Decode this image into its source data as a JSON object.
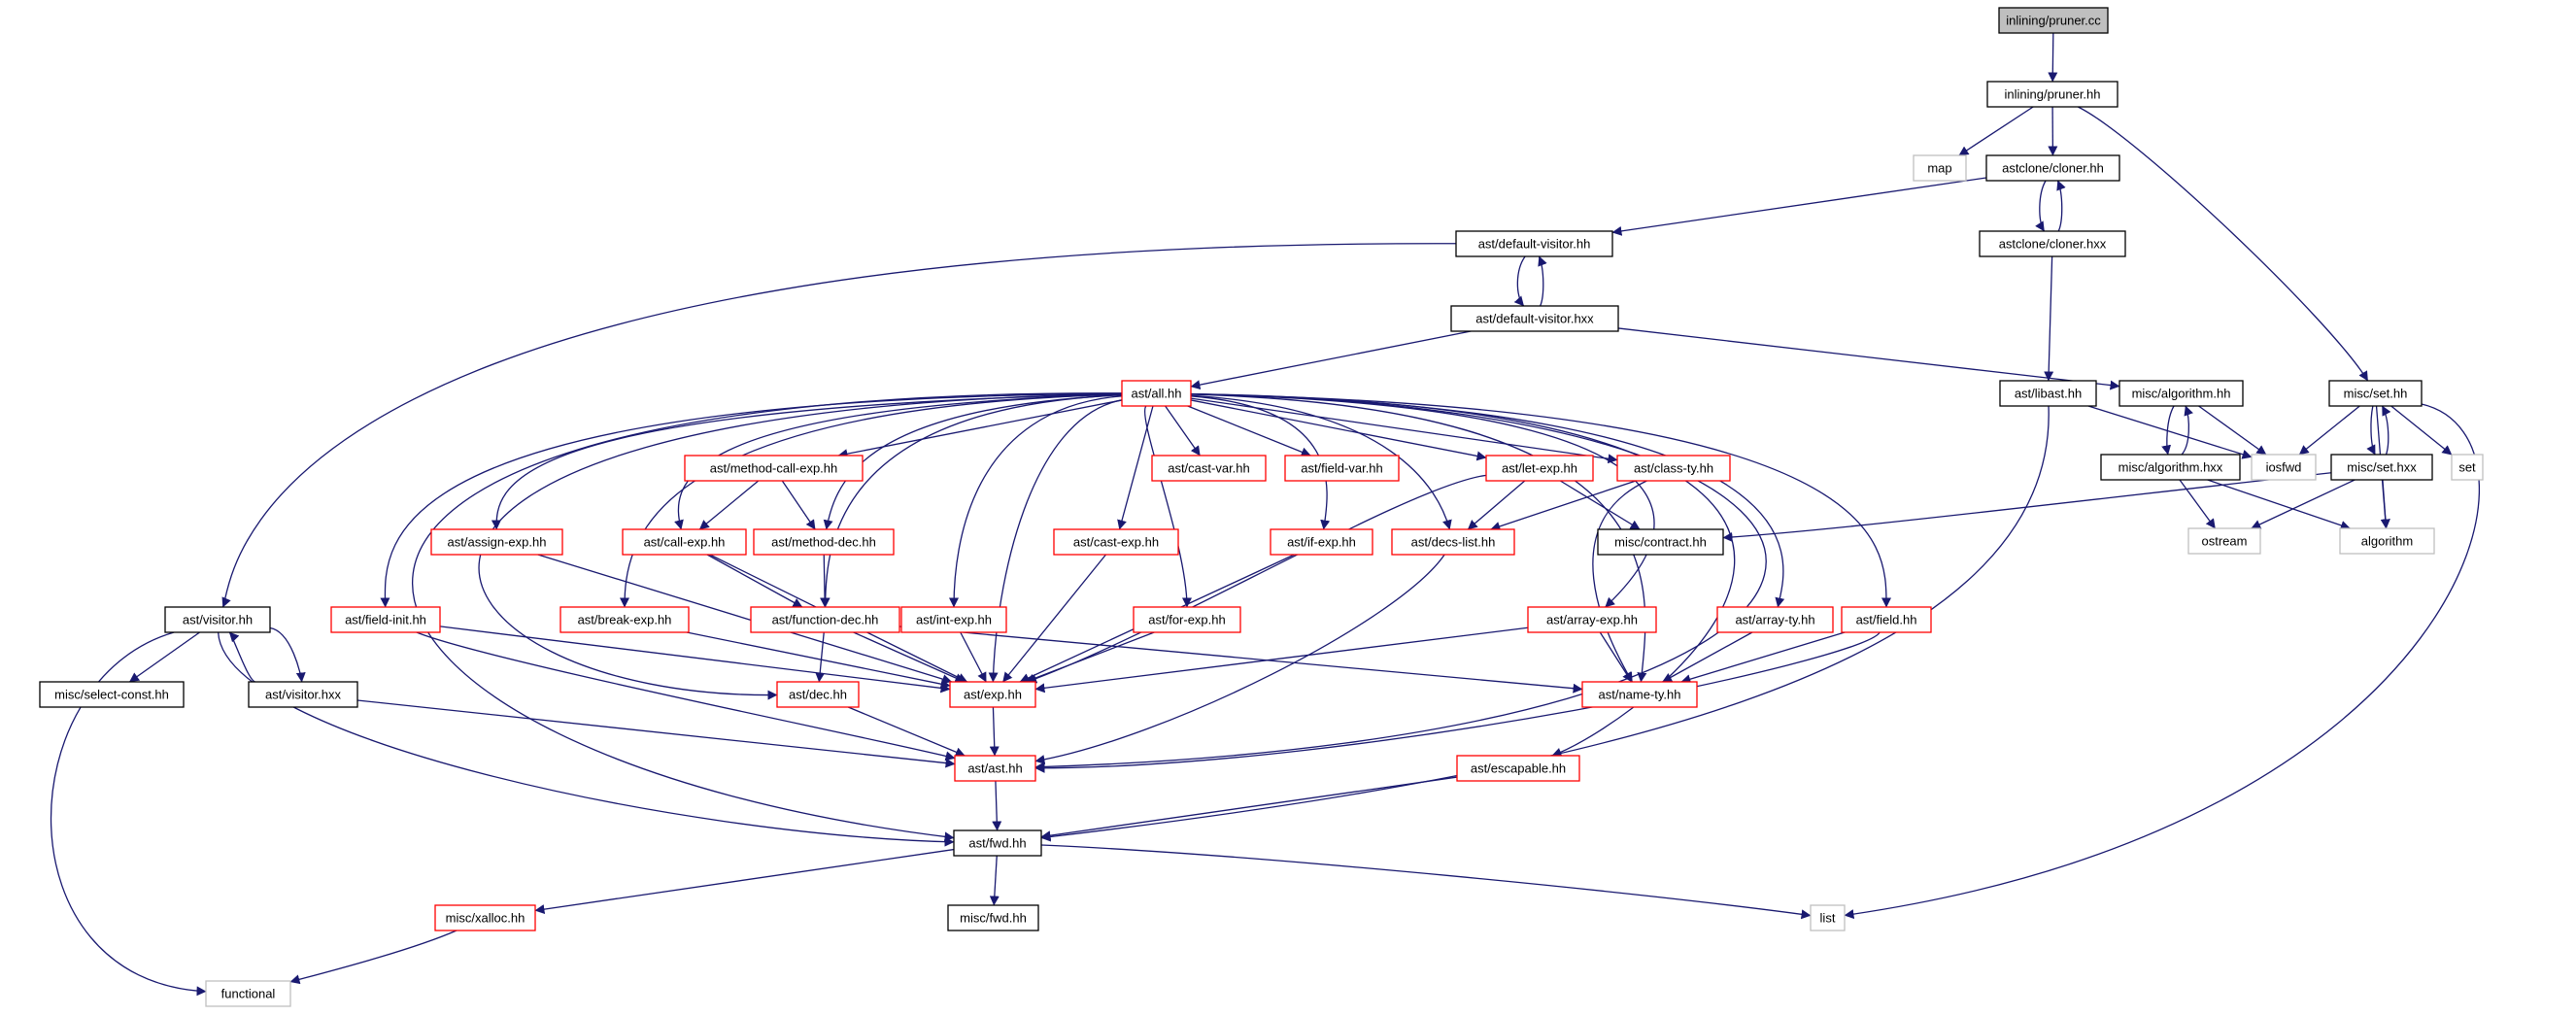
{
  "colors": {
    "edge": "#191970",
    "root_fill": "#bfbfbf",
    "border_black": "#000000",
    "border_red": "#ff0000",
    "border_grey": "#bfbfbf"
  },
  "nodes": [
    {
      "id": "root",
      "label": "inlining/pruner.cc",
      "style": "root"
    },
    {
      "id": "pruner_hh",
      "label": "inlining/pruner.hh",
      "style": "black"
    },
    {
      "id": "map",
      "label": "map",
      "style": "grey"
    },
    {
      "id": "cloner_hh",
      "label": "astclone/cloner.hh",
      "style": "black"
    },
    {
      "id": "cloner_hxx",
      "label": "astclone/cloner.hxx",
      "style": "black"
    },
    {
      "id": "default_visitor_hh",
      "label": "ast/default-visitor.hh",
      "style": "black"
    },
    {
      "id": "default_visitor_hxx",
      "label": "ast/default-visitor.hxx",
      "style": "black"
    },
    {
      "id": "all_hh",
      "label": "ast/all.hh",
      "style": "red"
    },
    {
      "id": "libast_hh",
      "label": "ast/libast.hh",
      "style": "black"
    },
    {
      "id": "misc_algorithm_hh",
      "label": "misc/algorithm.hh",
      "style": "black"
    },
    {
      "id": "misc_set_hh",
      "label": "misc/set.hh",
      "style": "black"
    },
    {
      "id": "iosfwd",
      "label": "iosfwd",
      "style": "grey"
    },
    {
      "id": "set",
      "label": "set",
      "style": "grey"
    },
    {
      "id": "misc_algorithm_hxx",
      "label": "misc/algorithm.hxx",
      "style": "black"
    },
    {
      "id": "misc_set_hxx",
      "label": "misc/set.hxx",
      "style": "black"
    },
    {
      "id": "ostream",
      "label": "ostream",
      "style": "grey"
    },
    {
      "id": "algorithm",
      "label": "algorithm",
      "style": "grey"
    },
    {
      "id": "method_call_exp",
      "label": "ast/method-call-exp.hh",
      "style": "red"
    },
    {
      "id": "cast_var",
      "label": "ast/cast-var.hh",
      "style": "red"
    },
    {
      "id": "field_var",
      "label": "ast/field-var.hh",
      "style": "red"
    },
    {
      "id": "let_exp",
      "label": "ast/let-exp.hh",
      "style": "red"
    },
    {
      "id": "class_ty",
      "label": "ast/class-ty.hh",
      "style": "red"
    },
    {
      "id": "assign_exp",
      "label": "ast/assign-exp.hh",
      "style": "red"
    },
    {
      "id": "call_exp",
      "label": "ast/call-exp.hh",
      "style": "red"
    },
    {
      "id": "method_dec",
      "label": "ast/method-dec.hh",
      "style": "red"
    },
    {
      "id": "cast_exp",
      "label": "ast/cast-exp.hh",
      "style": "red"
    },
    {
      "id": "if_exp",
      "label": "ast/if-exp.hh",
      "style": "red"
    },
    {
      "id": "decs_list",
      "label": "ast/decs-list.hh",
      "style": "red"
    },
    {
      "id": "misc_contract",
      "label": "misc/contract.hh",
      "style": "black"
    },
    {
      "id": "visitor_hh",
      "label": "ast/visitor.hh",
      "style": "black"
    },
    {
      "id": "field_init",
      "label": "ast/field-init.hh",
      "style": "red"
    },
    {
      "id": "break_exp",
      "label": "ast/break-exp.hh",
      "style": "red"
    },
    {
      "id": "function_dec",
      "label": "ast/function-dec.hh",
      "style": "red"
    },
    {
      "id": "int_exp",
      "label": "ast/int-exp.hh",
      "style": "red"
    },
    {
      "id": "for_exp",
      "label": "ast/for-exp.hh",
      "style": "red"
    },
    {
      "id": "array_exp",
      "label": "ast/array-exp.hh",
      "style": "red"
    },
    {
      "id": "array_ty",
      "label": "ast/array-ty.hh",
      "style": "red"
    },
    {
      "id": "field_hh",
      "label": "ast/field.hh",
      "style": "red"
    },
    {
      "id": "select_const",
      "label": "misc/select-const.hh",
      "style": "black"
    },
    {
      "id": "visitor_hxx",
      "label": "ast/visitor.hxx",
      "style": "black"
    },
    {
      "id": "dec_hh",
      "label": "ast/dec.hh",
      "style": "red"
    },
    {
      "id": "exp_hh",
      "label": "ast/exp.hh",
      "style": "red"
    },
    {
      "id": "name_ty",
      "label": "ast/name-ty.hh",
      "style": "red"
    },
    {
      "id": "ast_hh",
      "label": "ast/ast.hh",
      "style": "red"
    },
    {
      "id": "escapable",
      "label": "ast/escapable.hh",
      "style": "red"
    },
    {
      "id": "fwd_hh",
      "label": "ast/fwd.hh",
      "style": "black"
    },
    {
      "id": "xalloc",
      "label": "misc/xalloc.hh",
      "style": "red"
    },
    {
      "id": "misc_fwd",
      "label": "misc/fwd.hh",
      "style": "black"
    },
    {
      "id": "list",
      "label": "list",
      "style": "grey"
    },
    {
      "id": "functional",
      "label": "functional",
      "style": "grey"
    }
  ],
  "edges": [
    [
      "root",
      "pruner_hh"
    ],
    [
      "pruner_hh",
      "map"
    ],
    [
      "pruner_hh",
      "cloner_hh"
    ],
    [
      "pruner_hh",
      "misc_set_hh"
    ],
    [
      "cloner_hh",
      "cloner_hxx"
    ],
    [
      "cloner_hxx",
      "cloner_hh"
    ],
    [
      "cloner_hh",
      "default_visitor_hh"
    ],
    [
      "cloner_hxx",
      "libast_hh"
    ],
    [
      "default_visitor_hh",
      "default_visitor_hxx"
    ],
    [
      "default_visitor_hxx",
      "default_visitor_hh"
    ],
    [
      "default_visitor_hh",
      "visitor_hh"
    ],
    [
      "default_visitor_hxx",
      "all_hh"
    ],
    [
      "default_visitor_hxx",
      "misc_algorithm_hh"
    ],
    [
      "libast_hh",
      "iosfwd"
    ],
    [
      "libast_hh",
      "fwd_hh"
    ],
    [
      "misc_algorithm_hh",
      "iosfwd"
    ],
    [
      "misc_algorithm_hh",
      "misc_algorithm_hxx"
    ],
    [
      "misc_algorithm_hxx",
      "misc_algorithm_hh"
    ],
    [
      "misc_algorithm_hxx",
      "ostream"
    ],
    [
      "misc_algorithm_hxx",
      "algorithm"
    ],
    [
      "misc_set_hh",
      "iosfwd"
    ],
    [
      "misc_set_hh",
      "set"
    ],
    [
      "misc_set_hh",
      "algorithm"
    ],
    [
      "misc_set_hh",
      "misc_set_hxx"
    ],
    [
      "misc_set_hxx",
      "misc_set_hh"
    ],
    [
      "misc_set_hh",
      "list"
    ],
    [
      "misc_set_hxx",
      "ostream"
    ],
    [
      "misc_set_hxx",
      "algorithm"
    ],
    [
      "misc_set_hxx",
      "misc_contract"
    ],
    [
      "all_hh",
      "method_call_exp"
    ],
    [
      "all_hh",
      "cast_var"
    ],
    [
      "all_hh",
      "field_var"
    ],
    [
      "all_hh",
      "let_exp"
    ],
    [
      "all_hh",
      "class_ty"
    ],
    [
      "all_hh",
      "assign_exp"
    ],
    [
      "all_hh",
      "call_exp"
    ],
    [
      "all_hh",
      "method_dec"
    ],
    [
      "all_hh",
      "cast_exp"
    ],
    [
      "all_hh",
      "if_exp"
    ],
    [
      "all_hh",
      "decs_list"
    ],
    [
      "all_hh",
      "field_init"
    ],
    [
      "all_hh",
      "break_exp"
    ],
    [
      "all_hh",
      "function_dec"
    ],
    [
      "all_hh",
      "int_exp"
    ],
    [
      "all_hh",
      "for_exp"
    ],
    [
      "all_hh",
      "array_exp"
    ],
    [
      "all_hh",
      "array_ty"
    ],
    [
      "all_hh",
      "field_hh"
    ],
    [
      "all_hh",
      "dec_hh"
    ],
    [
      "all_hh",
      "exp_hh"
    ],
    [
      "all_hh",
      "name_ty"
    ],
    [
      "all_hh",
      "ast_hh"
    ],
    [
      "all_hh",
      "escapable"
    ],
    [
      "all_hh",
      "fwd_hh"
    ],
    [
      "method_call_exp",
      "call_exp"
    ],
    [
      "method_call_exp",
      "method_dec"
    ],
    [
      "let_exp",
      "decs_list"
    ],
    [
      "let_exp",
      "misc_contract"
    ],
    [
      "let_exp",
      "exp_hh"
    ],
    [
      "class_ty",
      "decs_list"
    ],
    [
      "class_ty",
      "name_ty"
    ],
    [
      "assign_exp",
      "exp_hh"
    ],
    [
      "call_exp",
      "function_dec"
    ],
    [
      "call_exp",
      "exp_hh"
    ],
    [
      "method_dec",
      "function_dec"
    ],
    [
      "cast_exp",
      "exp_hh"
    ],
    [
      "if_exp",
      "exp_hh"
    ],
    [
      "decs_list",
      "ast_hh"
    ],
    [
      "field_init",
      "exp_hh"
    ],
    [
      "field_init",
      "ast_hh"
    ],
    [
      "break_exp",
      "exp_hh"
    ],
    [
      "function_dec",
      "dec_hh"
    ],
    [
      "function_dec",
      "exp_hh"
    ],
    [
      "function_dec",
      "name_ty"
    ],
    [
      "int_exp",
      "exp_hh"
    ],
    [
      "for_exp",
      "exp_hh"
    ],
    [
      "array_exp",
      "exp_hh"
    ],
    [
      "array_exp",
      "name_ty"
    ],
    [
      "array_ty",
      "name_ty"
    ],
    [
      "field_hh",
      "name_ty"
    ],
    [
      "field_hh",
      "ast_hh"
    ],
    [
      "dec_hh",
      "ast_hh"
    ],
    [
      "exp_hh",
      "ast_hh"
    ],
    [
      "ast_hh",
      "fwd_hh"
    ],
    [
      "escapable",
      "fwd_hh"
    ],
    [
      "visitor_hh",
      "select_const"
    ],
    [
      "visitor_hh",
      "visitor_hxx"
    ],
    [
      "visitor_hxx",
      "visitor_hh"
    ],
    [
      "visitor_hh",
      "fwd_hh"
    ],
    [
      "visitor_hh",
      "functional"
    ],
    [
      "visitor_hxx",
      "ast_hh"
    ],
    [
      "fwd_hh",
      "xalloc"
    ],
    [
      "fwd_hh",
      "misc_fwd"
    ],
    [
      "fwd_hh",
      "list"
    ],
    [
      "xalloc",
      "functional"
    ]
  ]
}
